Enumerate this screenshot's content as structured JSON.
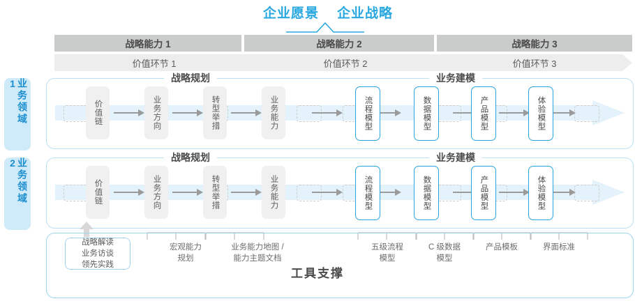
{
  "header": {
    "titles": [
      "企业愿景",
      "企业战略"
    ],
    "accent_color": "#29a8e0"
  },
  "capability_bars": [
    {
      "label": "战略能力 1"
    },
    {
      "label": "战略能力 2"
    },
    {
      "label": "战略能力 3"
    }
  ],
  "value_chain": [
    {
      "label": "价值环节 1"
    },
    {
      "label": "价值环节 2"
    },
    {
      "label": "价值环节 3"
    }
  ],
  "domains": [
    {
      "label": "业务领域 1"
    },
    {
      "label": "业务领域 2"
    }
  ],
  "sections": [
    {
      "label": "战略规划"
    },
    {
      "label": "业务建模"
    }
  ],
  "steps": [
    {
      "label": "价值链",
      "style": "gray"
    },
    {
      "label": "业务方向",
      "style": "gray"
    },
    {
      "label": "转型举措",
      "style": "gray"
    },
    {
      "label": "业务能力",
      "style": "gray"
    },
    {
      "label": "流程模型",
      "style": "blue"
    },
    {
      "label": "数据模型",
      "style": "blue"
    },
    {
      "label": "产品模型",
      "style": "blue"
    },
    {
      "label": "体验模型",
      "style": "blue"
    }
  ],
  "tools": {
    "highlight_box": "战略解读\n业务访谈\n领先实践",
    "highlight_lines": [
      "战略解读",
      "业务访谈",
      "领先实践"
    ],
    "labels": [
      {
        "lines": [
          "宏观能力",
          "规划"
        ]
      },
      {
        "lines": [
          "业务能力地图 /",
          "能力主题文档"
        ]
      },
      {
        "lines": [
          "五级流程",
          "模型"
        ]
      },
      {
        "lines": [
          "C 级数据",
          "模型"
        ]
      },
      {
        "lines": [
          "产品模板"
        ]
      },
      {
        "lines": [
          "界面标准"
        ]
      }
    ],
    "title": "工具支撑"
  },
  "colors": {
    "blue": "#29a8e0",
    "band": "#e4f2fb",
    "bar_dark": "#c9cccb",
    "bar_light": "#ededed",
    "step_gray": "#f0f0f0"
  }
}
